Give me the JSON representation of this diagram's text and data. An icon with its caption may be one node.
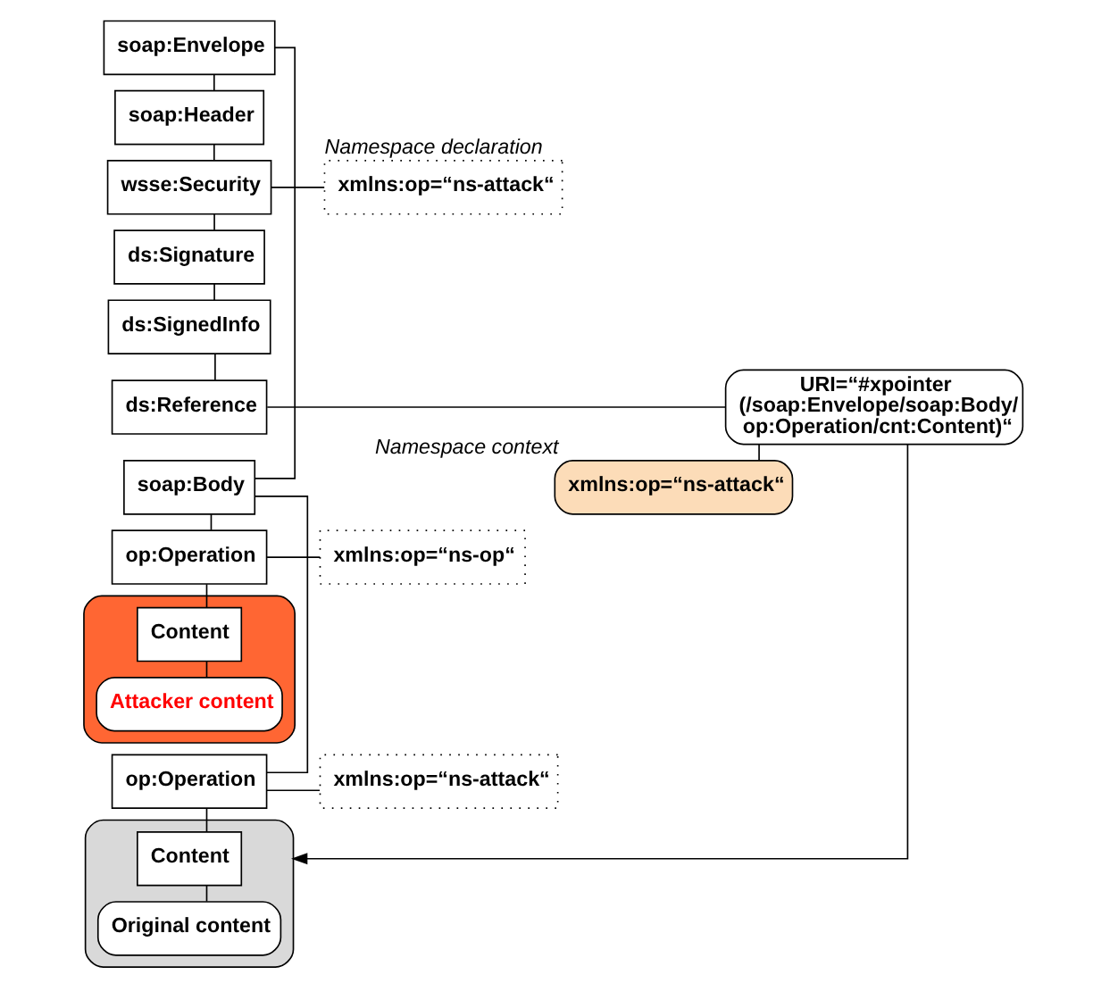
{
  "diagram": {
    "nodes": [
      {
        "text": [
          "soap:Envelope"
        ]
      },
      {
        "text": [
          "soap:Header"
        ]
      },
      {
        "text": [
          "wsse:Security"
        ]
      },
      {
        "text": [
          "ds:Signature"
        ]
      },
      {
        "text": [
          "ds:SignedInfo"
        ]
      },
      {
        "text": [
          "ds:Reference"
        ]
      },
      {
        "text": [
          "xmlns:op=“ns-attack“"
        ],
        "beside": [
          "Namespace declaration"
        ]
      },
      {
        "text": [
          "URI=“#xpointer (/soap:Envelope/soap:Body/ op:Operation/cnt:Content)“"
        ]
      },
      {
        "text": [
          "xmlns:op=“ns-attack“"
        ],
        "beside": [
          "Namespace context"
        ]
      },
      {
        "text": [
          "soap:Body"
        ]
      },
      {
        "text": [
          "op:Operation"
        ]
      },
      {
        "text": [
          "xmlns:op=“ns-op“"
        ]
      },
      {
        "text": [],
        "shape": "box"
      },
      {
        "text": [
          "Content"
        ],
        "in": 12
      },
      {
        "text": [
          "Attacker content"
        ],
        "in": 12
      },
      {
        "text": [
          "op:Operation"
        ]
      },
      {
        "text": [
          "xmlns:op=“ns-attack“"
        ]
      },
      {
        "text": [],
        "shape": "box"
      },
      {
        "text": [
          "Content"
        ],
        "in": 17
      },
      {
        "text": [
          "Original content"
        ],
        "in": 17
      }
    ],
    "edges": [
      {
        "from": 0,
        "to": 1,
        "arrow": "none"
      },
      {
        "from": 1,
        "to": 2,
        "arrow": "none"
      },
      {
        "from": 2,
        "to": 3,
        "arrow": "none"
      },
      {
        "from": 3,
        "to": 4,
        "arrow": "none"
      },
      {
        "from": 4,
        "to": 5,
        "arrow": "none"
      },
      {
        "from": 2,
        "to": 6,
        "arrow": "none"
      },
      {
        "from": 5,
        "to": 7,
        "arrow": "none"
      },
      {
        "from": 7,
        "to": 8,
        "arrow": "none"
      },
      {
        "from": 7,
        "to": 17,
        "arrow": "to"
      },
      {
        "from": 0,
        "to": 9,
        "arrow": "none"
      },
      {
        "from": 9,
        "to": 10,
        "arrow": "none"
      },
      {
        "from": 10,
        "to": 11,
        "arrow": "none"
      },
      {
        "from": 10,
        "to": 13,
        "arrow": "none"
      },
      {
        "from": 13,
        "to": 14,
        "arrow": "none"
      },
      {
        "from": 9,
        "to": 15,
        "arrow": "none"
      },
      {
        "from": 15,
        "to": 16,
        "arrow": "none"
      },
      {
        "from": 15,
        "to": 18,
        "arrow": "none"
      },
      {
        "from": 18,
        "to": 19,
        "arrow": "none"
      }
    ]
  }
}
